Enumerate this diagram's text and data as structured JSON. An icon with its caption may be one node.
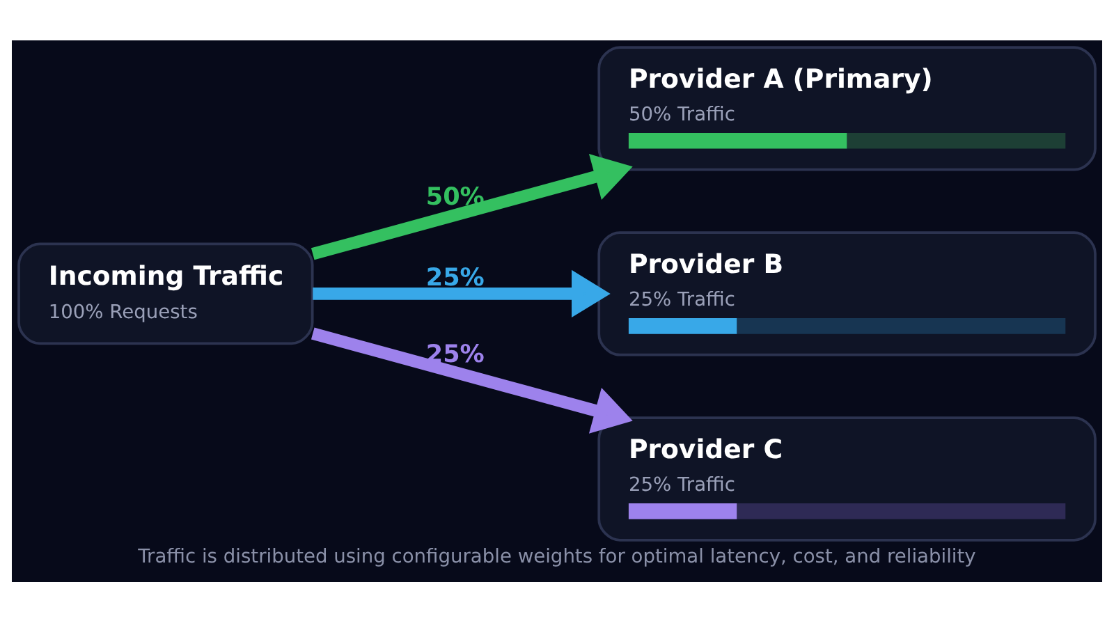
{
  "diagram": {
    "caption": "Traffic is distributed using configurable weights for optimal latency, cost, and reliability",
    "nodes": [
      {
        "text": [
          "Incoming Traffic",
          "100% Requests"
        ]
      },
      {
        "text": [
          "Provider A (Primary)",
          "50% Traffic"
        ]
      },
      {
        "text": [
          "Provider B",
          "25% Traffic"
        ]
      },
      {
        "text": [
          "Provider C",
          "25% Traffic"
        ]
      }
    ],
    "edges": [
      {
        "from": 0,
        "to": 1,
        "arrow": "to",
        "label": "50%",
        "color": "#34c060"
      },
      {
        "from": 0,
        "to": 2,
        "arrow": "to",
        "label": "25%",
        "color": "#38a8e8"
      },
      {
        "from": 0,
        "to": 3,
        "arrow": "to",
        "label": "25%",
        "color": "#9d82ec"
      }
    ]
  }
}
